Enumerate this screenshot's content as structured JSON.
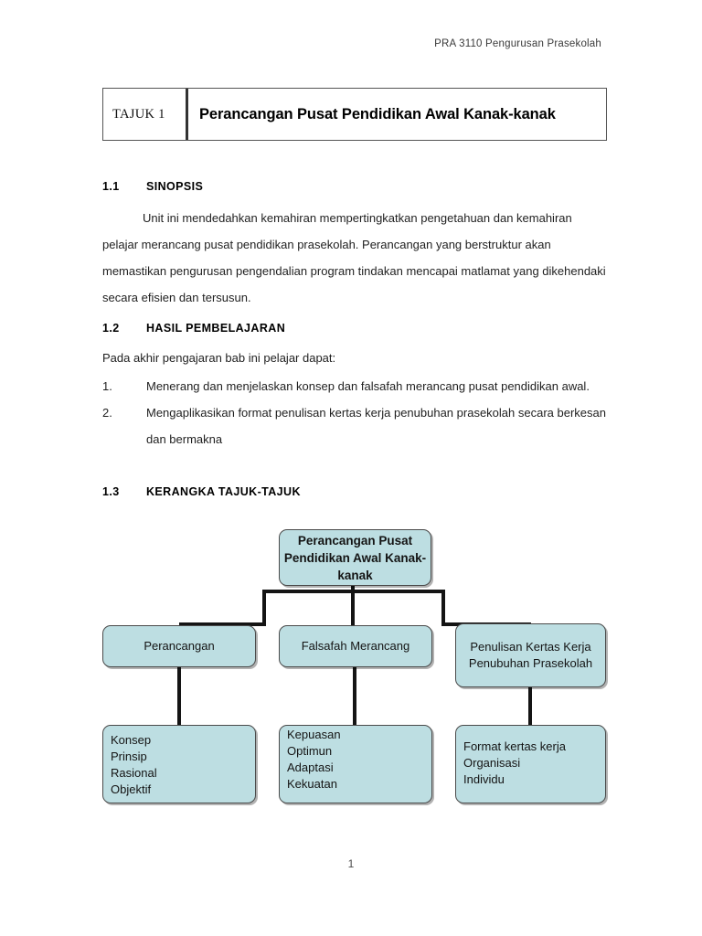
{
  "header": {
    "running_head": "PRA 3110 Pengurusan Prasekolah"
  },
  "title_box": {
    "label": "TAJUK 1",
    "title": "Perancangan Pusat Pendidikan Awal Kanak-kanak"
  },
  "sections": {
    "synopsis": {
      "number": "1.1",
      "heading": "SINOPSIS",
      "paragraph": "Unit ini mendedahkan kemahiran mempertingkatkan pengetahuan dan kemahiran pelajar merancang  pusat pendidikan prasekolah. Perancangan yang berstruktur akan memastikan pengurusan pengendalian program tindakan mencapai matlamat yang dikehendaki secara efisien dan tersusun."
    },
    "learning_outcomes": {
      "number": "1.2",
      "heading": "HASIL PEMBELAJARAN",
      "lead_in": "Pada  akhir pengajaran bab ini pelajar dapat:",
      "items": [
        {
          "marker": "1.",
          "text": "Menerang dan menjelaskan konsep dan falsafah merancang pusat pendidikan awal."
        },
        {
          "marker": "2.",
          "text": "Mengaplikasikan format penulisan kertas kerja penubuhan prasekolah secara berkesan dan bermakna"
        }
      ]
    },
    "framework": {
      "number": "1.3",
      "heading": "KERANGKA TAJUK-TAJUK"
    }
  },
  "chart_data": {
    "type": "diagram",
    "title": "KERANGKA TAJUK-TAJUK",
    "node_fill": "#bddee2",
    "node_border": "#4a4a4a",
    "connector_color": "#141414",
    "root": {
      "id": "root",
      "label": "Perancangan Pusat Pendidikan Awal Kanak-kanak"
    },
    "branches": [
      {
        "id": "branch-1",
        "label": "Perancangan",
        "child": {
          "id": "leaf-1",
          "label": "Konsep\nPrinsip\nRasional\nObjektif"
        }
      },
      {
        "id": "branch-2",
        "label": "Falsafah Merancang",
        "child": {
          "id": "leaf-2",
          "label": "Kepuasan\nOptimun\nAdaptasi\nKekuatan"
        }
      },
      {
        "id": "branch-3",
        "label": "Penulisan Kertas Kerja Penubuhan Prasekolah",
        "child": {
          "id": "leaf-3",
          "label": "Format kertas kerja\nOrganisasi\nIndividu"
        }
      }
    ],
    "edges": [
      {
        "from": "root",
        "to": "branch-1"
      },
      {
        "from": "root",
        "to": "branch-2"
      },
      {
        "from": "root",
        "to": "branch-3"
      },
      {
        "from": "branch-1",
        "to": "leaf-1"
      },
      {
        "from": "branch-2",
        "to": "leaf-2"
      },
      {
        "from": "branch-3",
        "to": "leaf-3"
      }
    ]
  },
  "footer": {
    "page_number": "1"
  }
}
